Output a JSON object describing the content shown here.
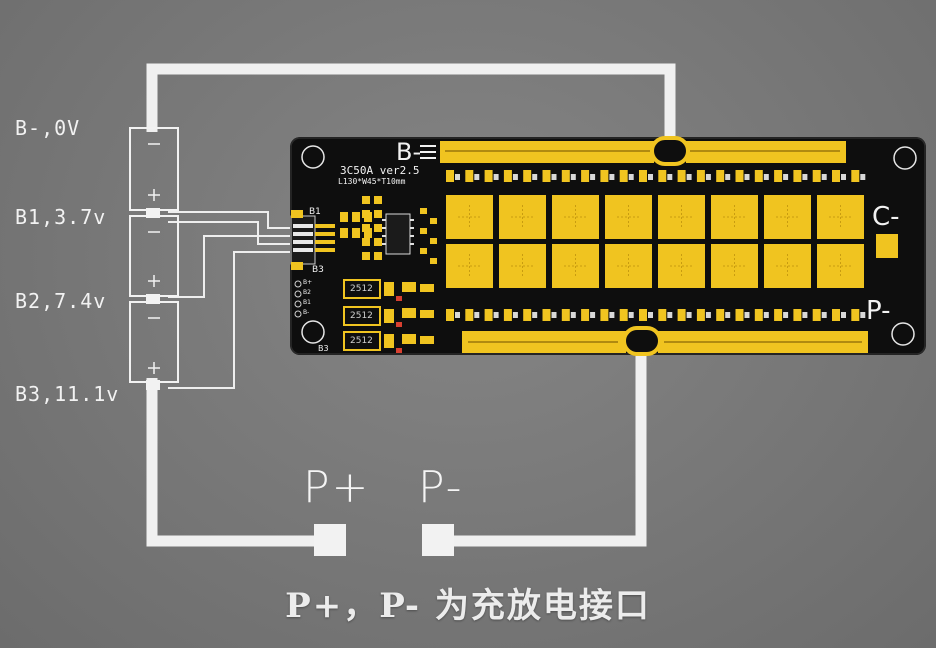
{
  "labels": {
    "b_minus": "B-,0V",
    "b1": "B1,3.7v",
    "b2": "B2,7.4v",
    "b3": "B3,11.1v",
    "p_plus": "P+",
    "p_minus": "P-"
  },
  "pcb": {
    "b_minus": "B-",
    "c_minus": "C-",
    "p_minus": "P-",
    "model": "3C50A ver2.5",
    "size": "L130*W45*T10mm",
    "b1": "B1",
    "b3": "B3",
    "b3_bottom": "B3",
    "resistor_code": "2512",
    "pin_labels": [
      "B+",
      "B2",
      "B1",
      "B-"
    ]
  },
  "caption": "P+，P- 为充放电接口",
  "colors": {
    "background": "#7a7a7a",
    "wire": "#f2f2f2",
    "pcb": "#101010",
    "copper": "#f0c420"
  }
}
